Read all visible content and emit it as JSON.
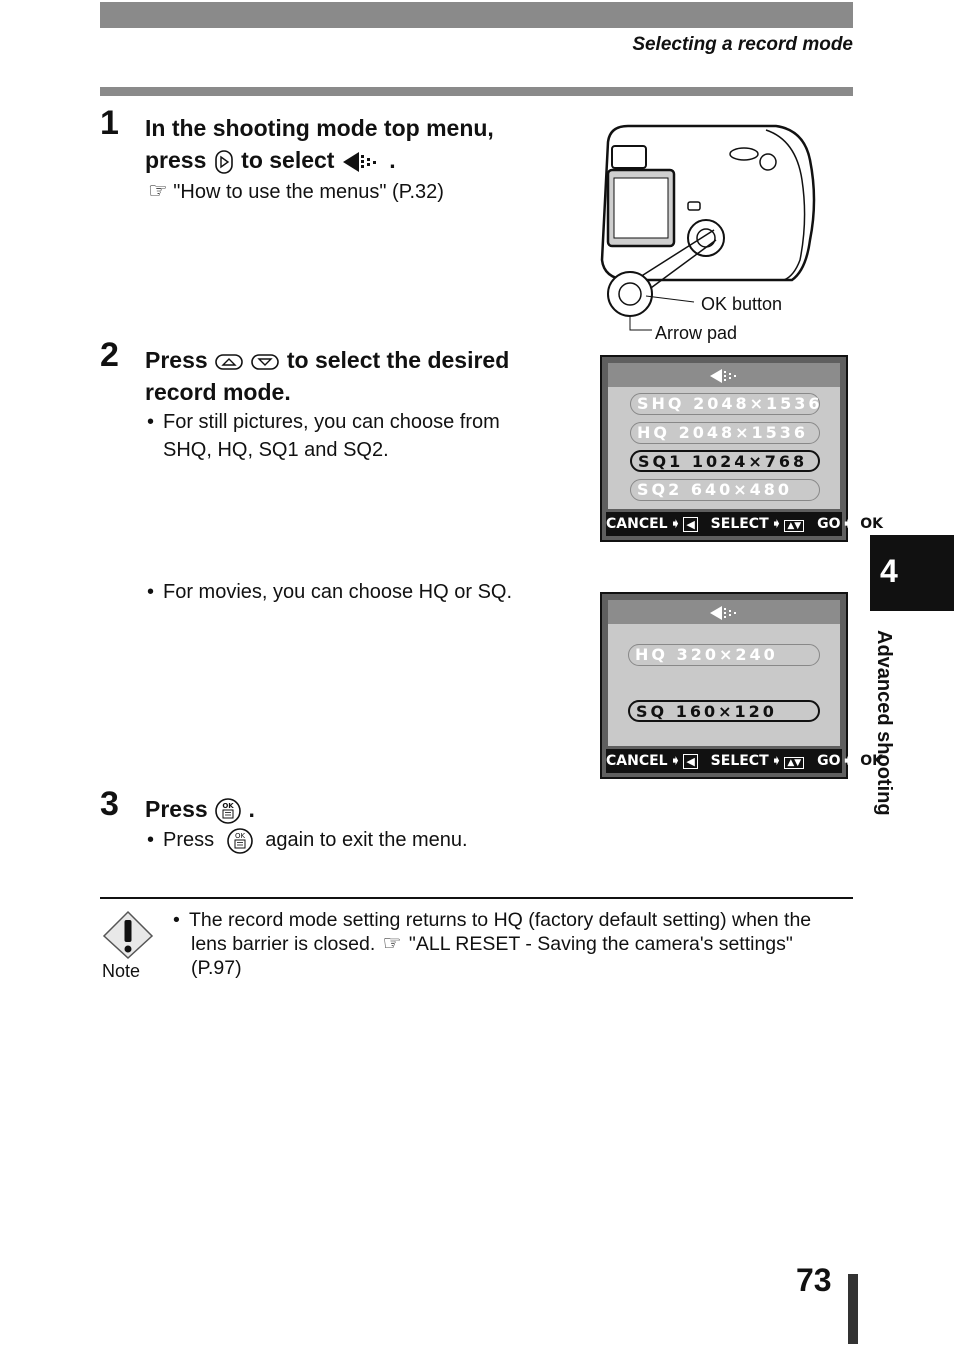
{
  "header": {
    "title": "Selecting a record mode"
  },
  "steps": [
    {
      "number": "1",
      "title_a": "In the shooting mode top menu,",
      "title_b_pre": "press",
      "title_b_mid": "to select",
      "title_b_post": ".",
      "ref": "\"How to use the menus\" (P.32)"
    },
    {
      "number": "2",
      "title_a_pre": "Press",
      "title_a_post": "to select the desired",
      "title_b": "record mode.",
      "bullet1_a": "For still pictures, you can choose from",
      "bullet1_b": "SHQ, HQ, SQ1 and SQ2.",
      "bullet2": "For movies, you can choose HQ or SQ."
    },
    {
      "number": "3",
      "title_pre": "Press",
      "title_post": ".",
      "bullet_pre": "Press",
      "bullet_post": "again to exit the menu."
    }
  ],
  "camera_labels": {
    "ok_button": "OK button",
    "arrow_pad": "Arrow pad"
  },
  "lcd_still": {
    "options": [
      {
        "label": "SHQ 2048×1536",
        "selected": false
      },
      {
        "label": "HQ  2048×1536",
        "selected": false
      },
      {
        "label": "SQ1 1024×768",
        "selected": true
      },
      {
        "label": "SQ2   640×480",
        "selected": false
      }
    ]
  },
  "lcd_movie": {
    "options": [
      {
        "label": "HQ     320×240",
        "selected": false
      },
      {
        "label": "SQ     160×120",
        "selected": true
      }
    ]
  },
  "lcd_footer": {
    "cancel": "CANCEL",
    "select": "SELECT",
    "go": "GO",
    "ok": "OK"
  },
  "note": {
    "label": "Note",
    "line1": "The record mode setting returns to HQ (factory default setting) when the",
    "line2_a": "lens barrier is closed.",
    "line2_b": "\"ALL RESET - Saving the camera's settings\"",
    "line3": "(P.97)"
  },
  "side_tab": {
    "chapter": "4",
    "label": "Advanced shooting"
  },
  "page_number": "73",
  "colors": {
    "rule": "#8a8a8a",
    "tab": "#111111"
  }
}
